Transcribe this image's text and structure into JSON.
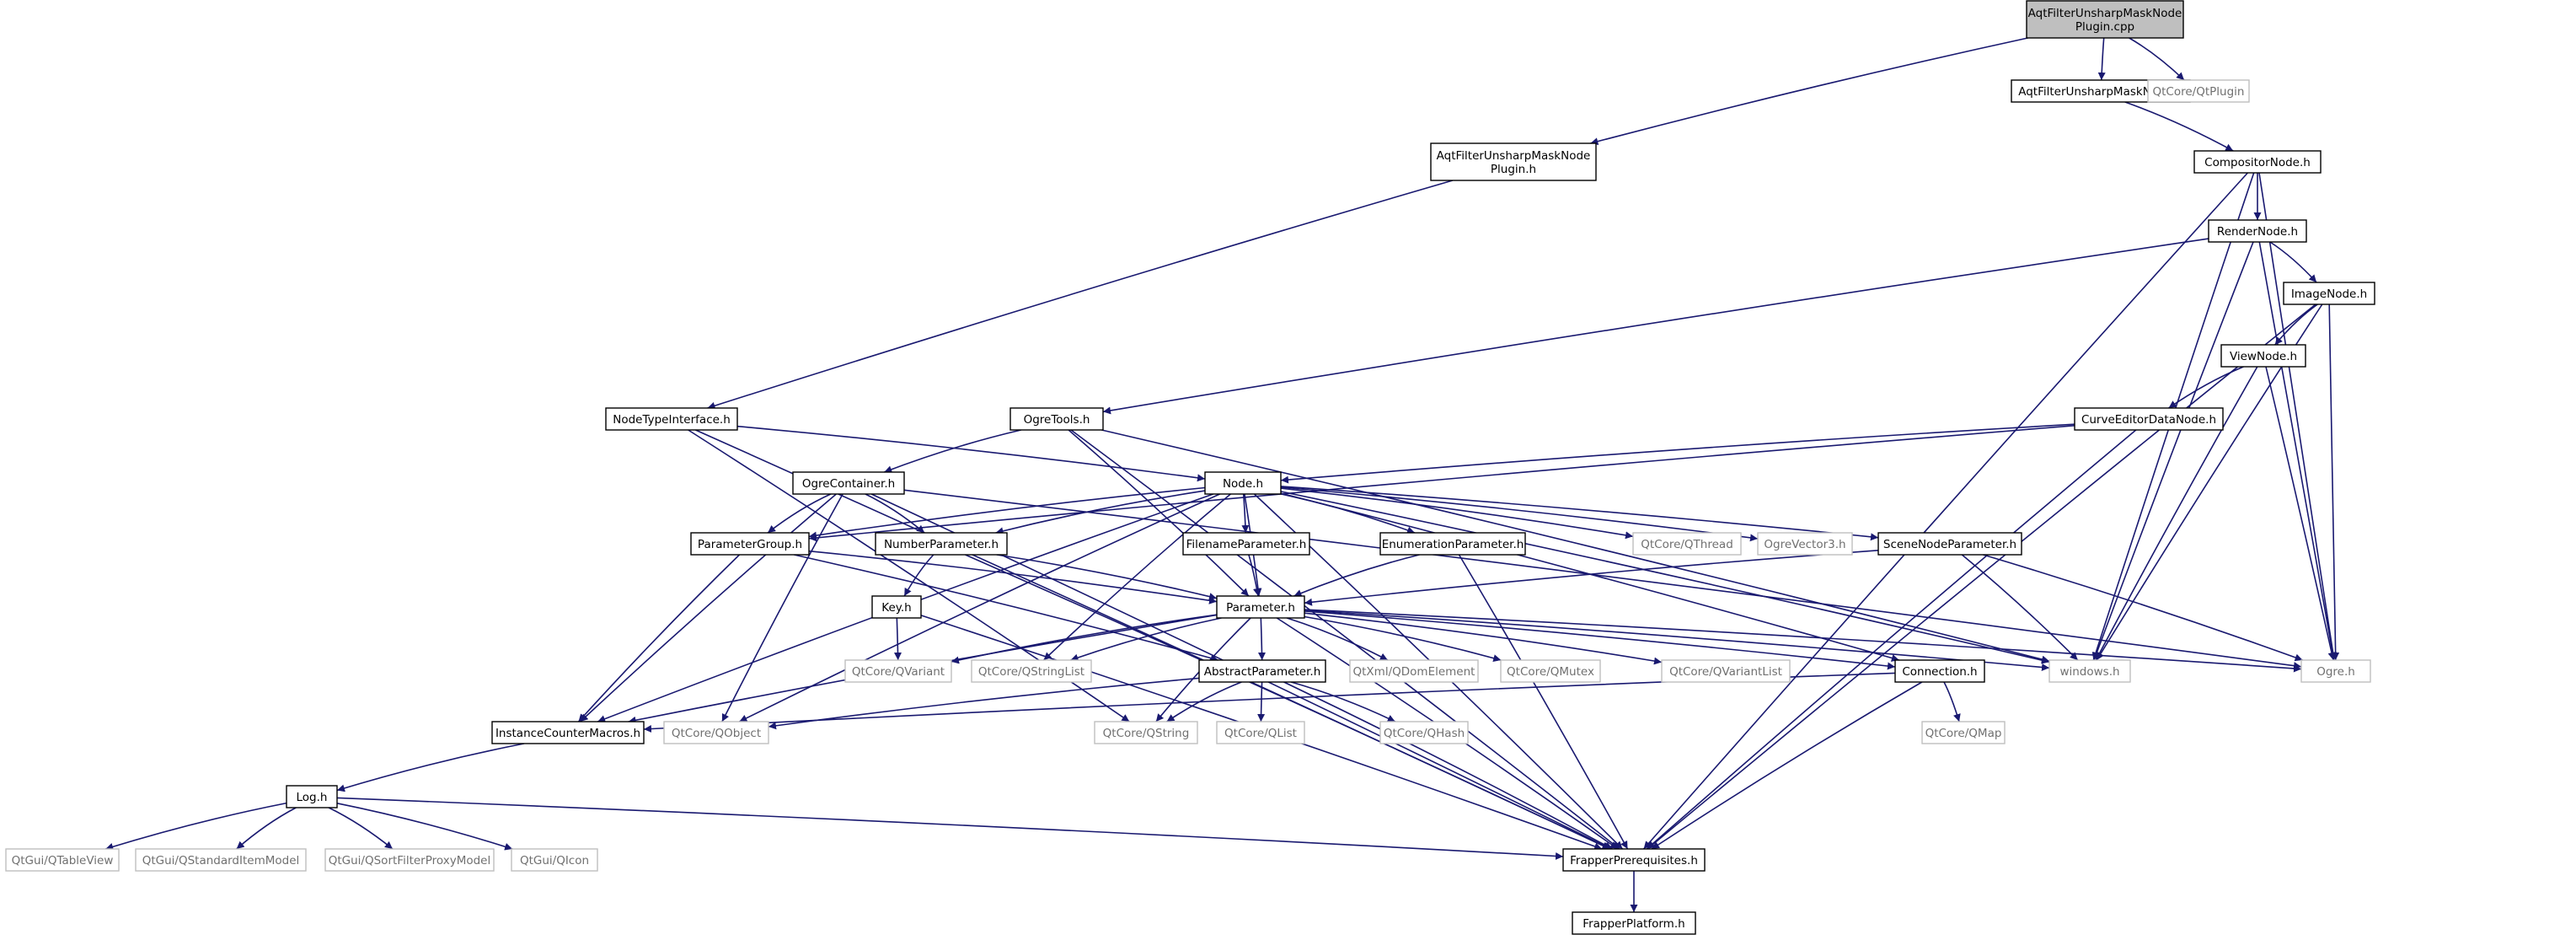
{
  "nodes": {
    "root": {
      "lines": [
        "AqtFilterUnsharpMaskNode",
        "Plugin.cpp"
      ],
      "style": "root"
    },
    "aufNodeH": {
      "lines": [
        "AqtFilterUnsharpMaskNode.h"
      ],
      "style": "file"
    },
    "qtplugin": {
      "lines": [
        "QtCore/QtPlugin"
      ],
      "style": "ext"
    },
    "pluginH": {
      "lines": [
        "AqtFilterUnsharpMaskNode",
        "Plugin.h"
      ],
      "style": "file"
    },
    "compositor": {
      "lines": [
        "CompositorNode.h"
      ],
      "style": "file"
    },
    "render": {
      "lines": [
        "RenderNode.h"
      ],
      "style": "file"
    },
    "image": {
      "lines": [
        "ImageNode.h"
      ],
      "style": "file"
    },
    "view": {
      "lines": [
        "ViewNode.h"
      ],
      "style": "file"
    },
    "curveEditor": {
      "lines": [
        "CurveEditorDataNode.h"
      ],
      "style": "file"
    },
    "nodeType": {
      "lines": [
        "NodeTypeInterface.h"
      ],
      "style": "file"
    },
    "ogreTools": {
      "lines": [
        "OgreTools.h"
      ],
      "style": "file"
    },
    "ogreContainer": {
      "lines": [
        "OgreContainer.h"
      ],
      "style": "file"
    },
    "node": {
      "lines": [
        "Node.h"
      ],
      "style": "file"
    },
    "paramGroup": {
      "lines": [
        "ParameterGroup.h"
      ],
      "style": "file"
    },
    "numberParam": {
      "lines": [
        "NumberParameter.h"
      ],
      "style": "file"
    },
    "filenameParam": {
      "lines": [
        "FilenameParameter.h"
      ],
      "style": "file"
    },
    "enumParam": {
      "lines": [
        "EnumerationParameter.h"
      ],
      "style": "file"
    },
    "qthread": {
      "lines": [
        "QtCore/QThread"
      ],
      "style": "ext"
    },
    "ogreVector3": {
      "lines": [
        "OgreVector3.h"
      ],
      "style": "ext"
    },
    "sceneNodeParam": {
      "lines": [
        "SceneNodeParameter.h"
      ],
      "style": "file"
    },
    "key": {
      "lines": [
        "Key.h"
      ],
      "style": "file"
    },
    "parameter": {
      "lines": [
        "Parameter.h"
      ],
      "style": "file"
    },
    "qvariant": {
      "lines": [
        "QtCore/QVariant"
      ],
      "style": "ext"
    },
    "qstringlist": {
      "lines": [
        "QtCore/QStringList"
      ],
      "style": "ext"
    },
    "abstractParam": {
      "lines": [
        "AbstractParameter.h"
      ],
      "style": "file"
    },
    "qdomelement": {
      "lines": [
        "QtXml/QDomElement"
      ],
      "style": "ext"
    },
    "qmutex": {
      "lines": [
        "QtCore/QMutex"
      ],
      "style": "ext"
    },
    "qvariantlist": {
      "lines": [
        "QtCore/QVariantList"
      ],
      "style": "ext"
    },
    "connection": {
      "lines": [
        "Connection.h"
      ],
      "style": "file"
    },
    "windows": {
      "lines": [
        "windows.h"
      ],
      "style": "ext"
    },
    "ogre": {
      "lines": [
        "Ogre.h"
      ],
      "style": "ext"
    },
    "instanceCounter": {
      "lines": [
        "InstanceCounterMacros.h"
      ],
      "style": "file"
    },
    "qobject": {
      "lines": [
        "QtCore/QObject"
      ],
      "style": "ext"
    },
    "qstring": {
      "lines": [
        "QtCore/QString"
      ],
      "style": "ext"
    },
    "qlist": {
      "lines": [
        "QtCore/QList"
      ],
      "style": "ext"
    },
    "qhash": {
      "lines": [
        "QtCore/QHash"
      ],
      "style": "ext"
    },
    "qmap": {
      "lines": [
        "QtCore/QMap"
      ],
      "style": "ext"
    },
    "log": {
      "lines": [
        "Log.h"
      ],
      "style": "file"
    },
    "qtableview": {
      "lines": [
        "QtGui/QTableView"
      ],
      "style": "ext"
    },
    "qstdmodel": {
      "lines": [
        "QtGui/QStandardItemModel"
      ],
      "style": "ext"
    },
    "qsortproxy": {
      "lines": [
        "QtGui/QSortFilterProxyModel"
      ],
      "style": "ext"
    },
    "qicon": {
      "lines": [
        "QtGui/QIcon"
      ],
      "style": "ext"
    },
    "frapperPrereq": {
      "lines": [
        "FrapperPrerequisites.h"
      ],
      "style": "file"
    },
    "frapperPlatform": {
      "lines": [
        "FrapperPlatform.h"
      ],
      "style": "file"
    }
  },
  "edges": [
    [
      "root",
      "aufNodeH"
    ],
    [
      "root",
      "qtplugin"
    ],
    [
      "root",
      "pluginH"
    ],
    [
      "aufNodeH",
      "compositor"
    ],
    [
      "pluginH",
      "nodeType"
    ],
    [
      "compositor",
      "render"
    ],
    [
      "compositor",
      "windows"
    ],
    [
      "compositor",
      "ogre"
    ],
    [
      "compositor",
      "frapperPrereq"
    ],
    [
      "render",
      "image"
    ],
    [
      "render",
      "ogreTools"
    ],
    [
      "render",
      "windows"
    ],
    [
      "render",
      "ogre"
    ],
    [
      "image",
      "view"
    ],
    [
      "image",
      "windows"
    ],
    [
      "image",
      "ogre"
    ],
    [
      "image",
      "frapperPrereq"
    ],
    [
      "view",
      "curveEditor"
    ],
    [
      "view",
      "windows"
    ],
    [
      "view",
      "ogre"
    ],
    [
      "curveEditor",
      "node"
    ],
    [
      "curveEditor",
      "paramGroup"
    ],
    [
      "curveEditor",
      "frapperPrereq"
    ],
    [
      "nodeType",
      "node"
    ],
    [
      "nodeType",
      "qstring"
    ],
    [
      "nodeType",
      "frapperPrereq"
    ],
    [
      "ogreTools",
      "ogreContainer"
    ],
    [
      "ogreTools",
      "parameter"
    ],
    [
      "ogreTools",
      "windows"
    ],
    [
      "ogreTools",
      "frapperPrereq"
    ],
    [
      "ogreContainer",
      "paramGroup"
    ],
    [
      "ogreContainer",
      "numberParam"
    ],
    [
      "ogreContainer",
      "instanceCounter"
    ],
    [
      "ogreContainer",
      "qobject"
    ],
    [
      "ogreContainer",
      "ogre"
    ],
    [
      "ogreContainer",
      "frapperPrereq"
    ],
    [
      "node",
      "paramGroup"
    ],
    [
      "node",
      "numberParam"
    ],
    [
      "node",
      "filenameParam"
    ],
    [
      "node",
      "enumParam"
    ],
    [
      "node",
      "qthread"
    ],
    [
      "node",
      "ogreVector3"
    ],
    [
      "node",
      "sceneNodeParam"
    ],
    [
      "node",
      "parameter"
    ],
    [
      "node",
      "qstringlist"
    ],
    [
      "node",
      "connection"
    ],
    [
      "node",
      "windows"
    ],
    [
      "node",
      "instanceCounter"
    ],
    [
      "node",
      "qobject"
    ],
    [
      "node",
      "frapperPrereq"
    ],
    [
      "paramGroup",
      "parameter"
    ],
    [
      "paramGroup",
      "abstractParam"
    ],
    [
      "paramGroup",
      "instanceCounter"
    ],
    [
      "numberParam",
      "key"
    ],
    [
      "numberParam",
      "parameter"
    ],
    [
      "numberParam",
      "frapperPrereq"
    ],
    [
      "filenameParam",
      "parameter"
    ],
    [
      "enumParam",
      "parameter"
    ],
    [
      "enumParam",
      "frapperPrereq"
    ],
    [
      "sceneNodeParam",
      "parameter"
    ],
    [
      "sceneNodeParam",
      "windows"
    ],
    [
      "sceneNodeParam",
      "ogre"
    ],
    [
      "key",
      "qvariant"
    ],
    [
      "key",
      "frapperPrereq"
    ],
    [
      "parameter",
      "qvariant"
    ],
    [
      "parameter",
      "qstringlist"
    ],
    [
      "parameter",
      "abstractParam"
    ],
    [
      "parameter",
      "qdomelement"
    ],
    [
      "parameter",
      "qmutex"
    ],
    [
      "parameter",
      "qvariantlist"
    ],
    [
      "parameter",
      "connection"
    ],
    [
      "parameter",
      "windows"
    ],
    [
      "parameter",
      "ogre"
    ],
    [
      "parameter",
      "instanceCounter"
    ],
    [
      "parameter",
      "qstring"
    ],
    [
      "parameter",
      "frapperPrereq"
    ],
    [
      "abstractParam",
      "qstring"
    ],
    [
      "abstractParam",
      "qlist"
    ],
    [
      "abstractParam",
      "qhash"
    ],
    [
      "abstractParam",
      "qobject"
    ],
    [
      "abstractParam",
      "frapperPrereq"
    ],
    [
      "connection",
      "qmap"
    ],
    [
      "connection",
      "instanceCounter"
    ],
    [
      "connection",
      "frapperPrereq"
    ],
    [
      "instanceCounter",
      "log"
    ],
    [
      "log",
      "qtableview"
    ],
    [
      "log",
      "qstdmodel"
    ],
    [
      "log",
      "qsortproxy"
    ],
    [
      "log",
      "qicon"
    ],
    [
      "log",
      "frapperPrereq"
    ],
    [
      "frapperPrereq",
      "frapperPlatform"
    ]
  ]
}
